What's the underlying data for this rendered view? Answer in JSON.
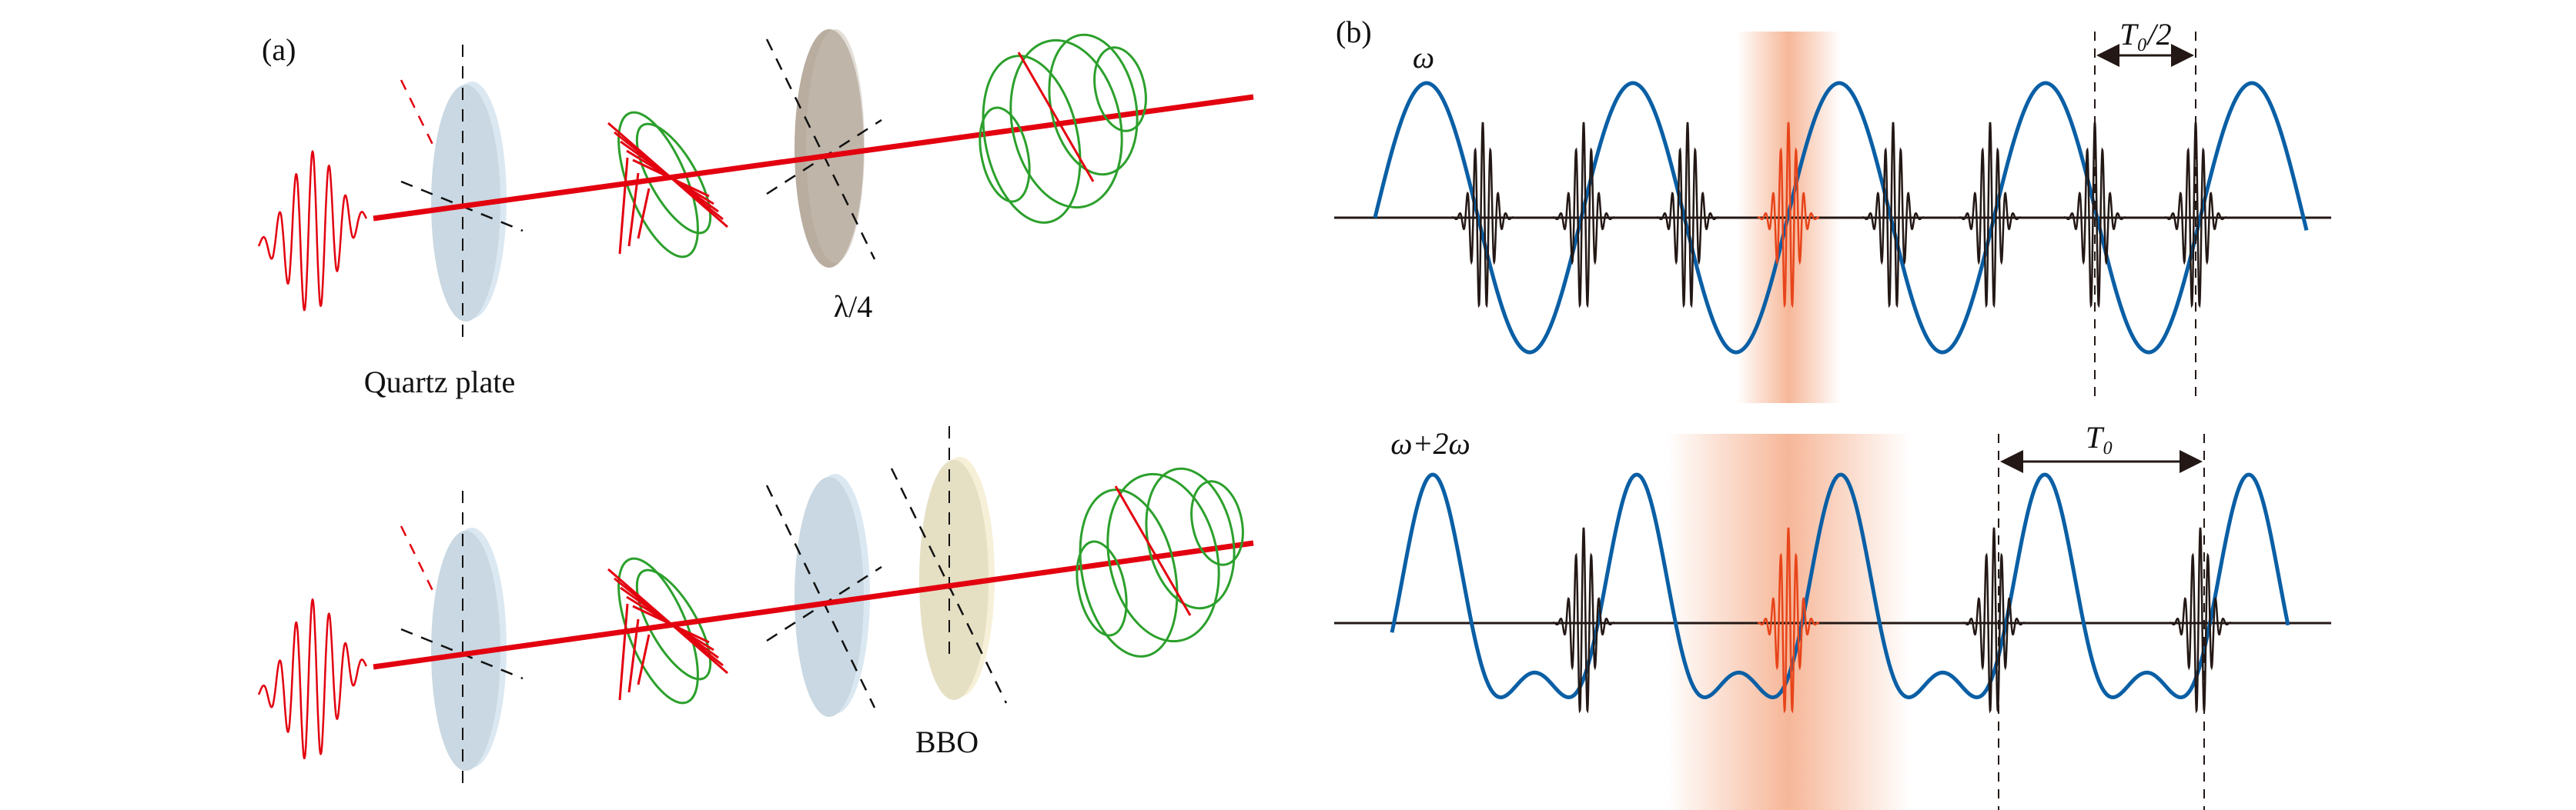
{
  "panel_a": {
    "label": "(a)",
    "top": {
      "plate1_label": "Quartz plate",
      "plate2_label": "λ/4"
    },
    "bottom": {
      "plate3_label": "BBO"
    }
  },
  "panel_b": {
    "label": "(b)",
    "top": {
      "field_label": "ω",
      "interval_label": "T₀/2"
    },
    "bottom": {
      "field_label": "ω+2ω",
      "interval_label": "T₀"
    }
  },
  "colors": {
    "beam": "#e3000f",
    "polarization_green": "#2ca02c",
    "field_blue": "#0a5fa5",
    "pulse_black": "#231815",
    "pulse_highlight": "#e8441a",
    "highlight_band": "#f4a57f",
    "quartz_plate": "#c9d8e2",
    "waveplate": "#b9ada0",
    "bbo": "#e5dfc4"
  }
}
